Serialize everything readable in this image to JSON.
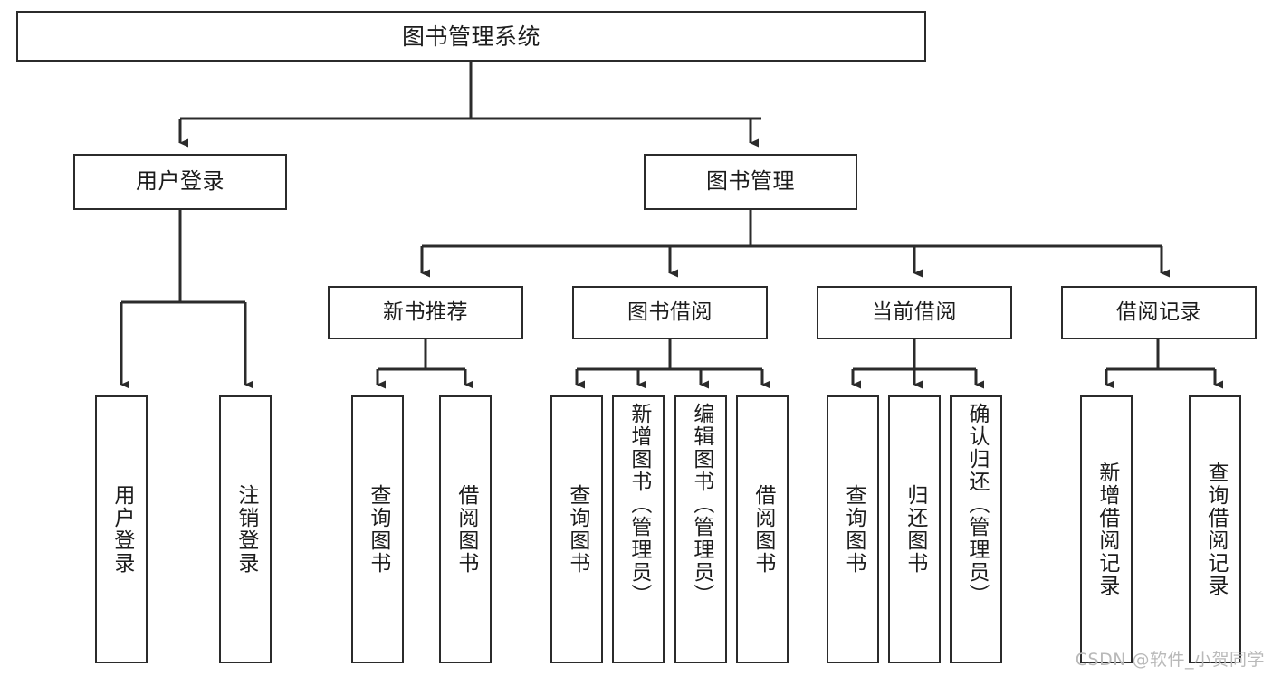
{
  "diagram": {
    "title": "图书管理系统",
    "type": "tree",
    "watermark": "CSDN @软件_小贺同学",
    "colors": {
      "stroke": "#2b2b2b",
      "fill": "#ffffff",
      "text": "#1c1c1c",
      "watermark": "#b9b9b9"
    },
    "nodes": {
      "root": {
        "label": "图书管理系统"
      },
      "tier2": [
        {
          "id": "user-login",
          "label": "用户登录"
        },
        {
          "id": "book-manage",
          "label": "图书管理"
        }
      ],
      "tier3": [
        {
          "id": "new-book-recommend",
          "label": "新书推荐"
        },
        {
          "id": "book-borrow",
          "label": "图书借阅"
        },
        {
          "id": "current-borrow",
          "label": "当前借阅"
        },
        {
          "id": "borrow-record",
          "label": "借阅记录"
        }
      ],
      "leaves": [
        {
          "id": "leaf-user-login",
          "label": "用户登录"
        },
        {
          "id": "leaf-logout-login",
          "label": "注销登录"
        },
        {
          "id": "leaf-query-book-1",
          "label": "查询图书"
        },
        {
          "id": "leaf-borrow-book-1",
          "label": "借阅图书"
        },
        {
          "id": "leaf-query-book-2",
          "label": "查询图书"
        },
        {
          "id": "leaf-add-book",
          "label": "新增图书（管理员）"
        },
        {
          "id": "leaf-edit-book",
          "label": "编辑图书（管理员）"
        },
        {
          "id": "leaf-borrow-book-2",
          "label": "借阅图书"
        },
        {
          "id": "leaf-query-book-3",
          "label": "查询图书"
        },
        {
          "id": "leaf-return-book",
          "label": "归还图书"
        },
        {
          "id": "leaf-confirm-return",
          "label": "确认归还（管理员）"
        },
        {
          "id": "leaf-add-record",
          "label": "新增借阅记录"
        },
        {
          "id": "leaf-query-record",
          "label": "查询借阅记录"
        }
      ]
    }
  }
}
